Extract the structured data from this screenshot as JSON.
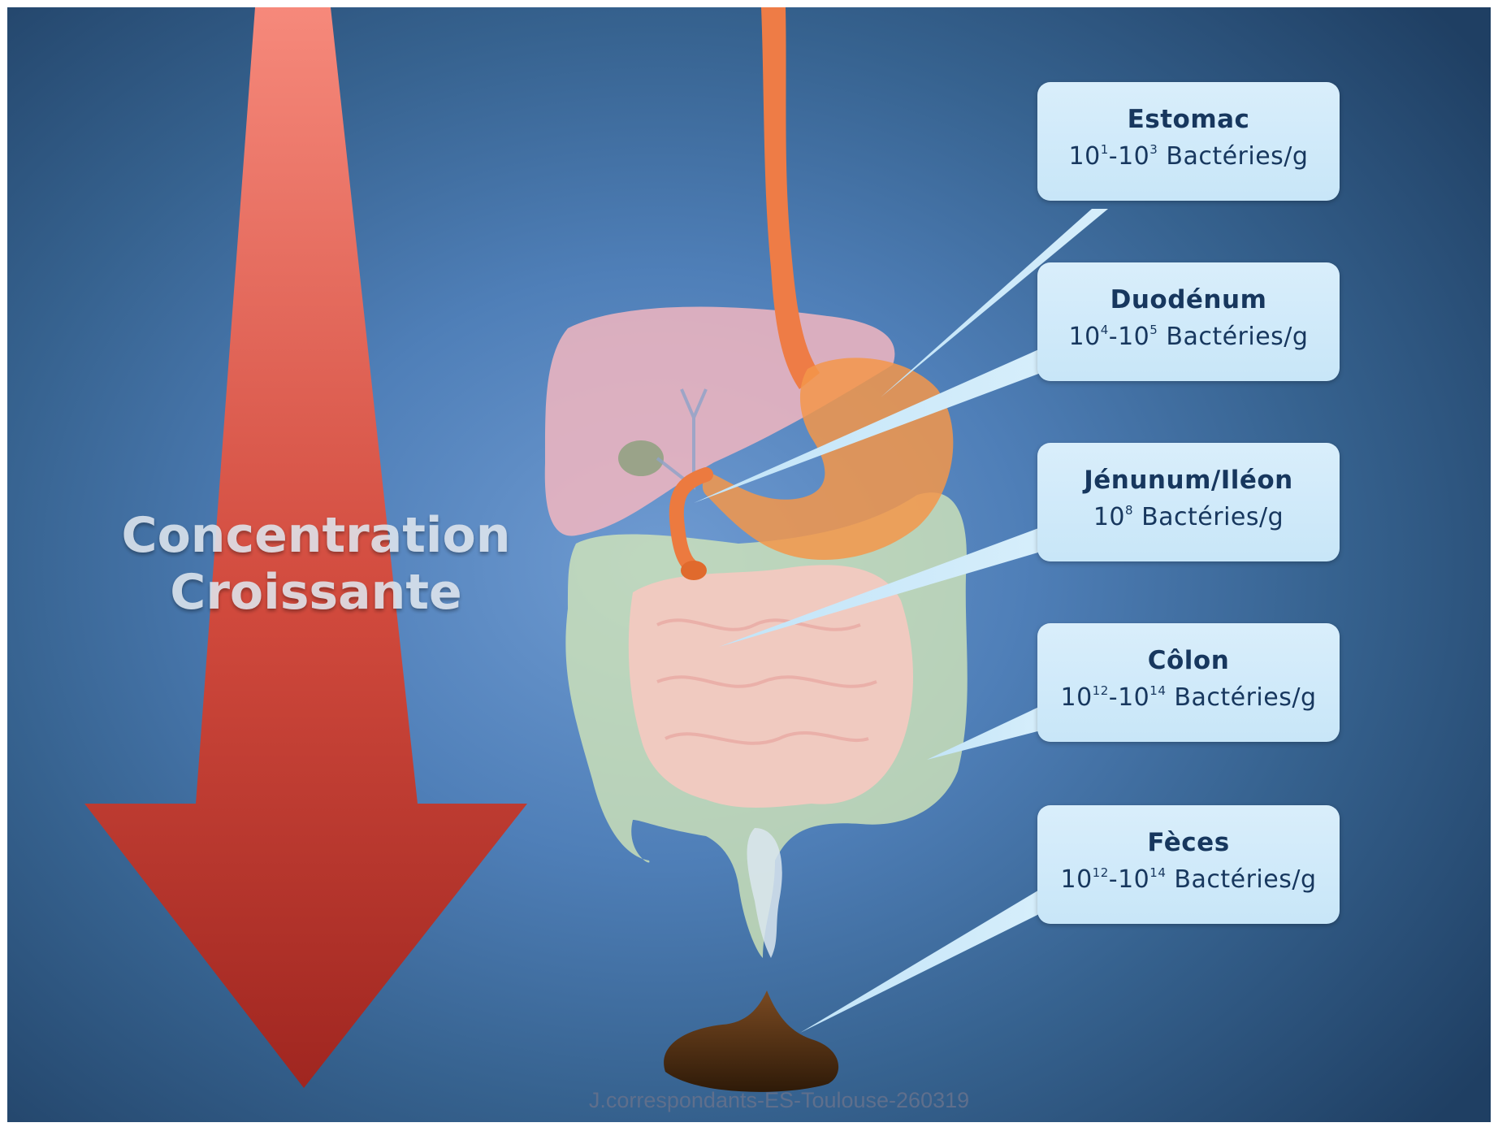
{
  "concentration_label": {
    "line1": "Concentration",
    "line2": "Croissante"
  },
  "callouts": [
    {
      "title": "Estomac",
      "base1": "10",
      "exp1": "1",
      "sep": "-",
      "base2": "10",
      "exp2": "3",
      "unit": " Bactéries/g"
    },
    {
      "title": "Duodénum",
      "base1": "10",
      "exp1": "4",
      "sep": "-",
      "base2": "10",
      "exp2": "5",
      "unit": " Bactéries/g"
    },
    {
      "title": "Jénunum/Iléon",
      "base1": "10",
      "exp1": "8",
      "unit": " Bactéries/g"
    },
    {
      "title": "Côlon",
      "base1": "10",
      "exp1": "12",
      "sep": "-",
      "base2": "10",
      "exp2": "14",
      "unit": " Bactéries/g"
    },
    {
      "title": "Fèces",
      "base1": "10",
      "exp1": "12",
      "sep": "-",
      "base2": "10",
      "exp2": "14",
      "unit": " Bactéries/g"
    }
  ],
  "watermark": "J.correspondants-ES-Toulouse-260319",
  "colors": {
    "arrow_top": "#f4887a",
    "arrow_bottom": "#a52820",
    "callout_fill": "#d3ebfa",
    "callout_text": "#17375e",
    "organ_orange": "#ef7a44",
    "feces_brown": "#4a2b12"
  },
  "icons": [
    "down-arrow-icon",
    "digestive-tract-illustration",
    "feces-icon"
  ]
}
